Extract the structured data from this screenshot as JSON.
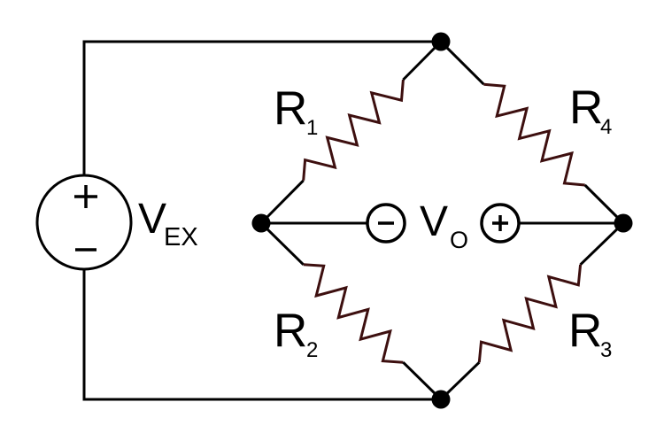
{
  "diagram": {
    "kind": "wheatstone-bridge-schematic",
    "colors": {
      "background": "#ffffff",
      "wire": "#000000",
      "resistor": "#3d0f0f"
    },
    "labels": {
      "vex": {
        "base": "V",
        "sub": "EX"
      },
      "vo": {
        "base": "V",
        "sub": "O"
      },
      "r1": {
        "base": "R",
        "sub": "1"
      },
      "r2": {
        "base": "R",
        "sub": "2"
      },
      "r3": {
        "base": "R",
        "sub": "3"
      },
      "r4": {
        "base": "R",
        "sub": "4"
      }
    },
    "polarity": {
      "source_top": "+",
      "source_bottom": "−",
      "output_left_terminal": "−",
      "output_right_terminal": "+"
    }
  }
}
